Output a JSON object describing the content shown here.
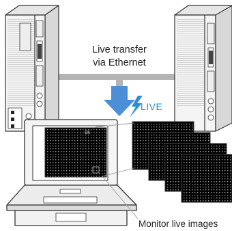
{
  "labels": {
    "transfer_line1": "Live transfer",
    "transfer_line2": "via Ethernet",
    "live": "LIVE",
    "monitor": "Monitor live images"
  },
  "screen_readout": {
    "top_text": "OK"
  },
  "colors": {
    "cable": "#b4b4b4",
    "arrow": "#4d8fd6",
    "live_text": "#2a8fd2",
    "screen_bg": "#000000",
    "device_body": "#f4f4f4",
    "outline": "#333333"
  },
  "icons": [
    "controller-device",
    "laptop",
    "down-arrow-icon",
    "lightning-bolt-icon",
    "monitor-screen"
  ]
}
